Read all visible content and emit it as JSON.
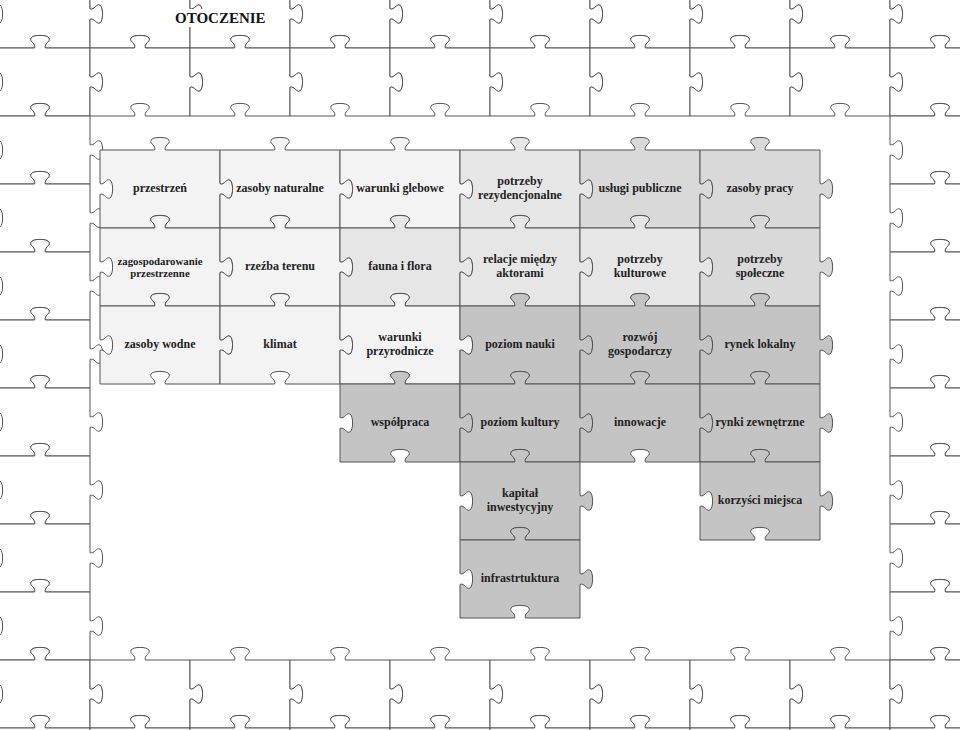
{
  "diagram": {
    "nodes": [
      {
        "text": [
          "przestrzeń"
        ]
      },
      {
        "text": [
          "zasoby naturalne"
        ]
      },
      {
        "text": [
          "warunki glebowe"
        ]
      },
      {
        "text": [
          "potrzeby rezydencjonalne"
        ]
      },
      {
        "text": [
          "usługi publiczne"
        ]
      },
      {
        "text": [
          "zasoby pracy"
        ]
      },
      {
        "text": [
          "zagospodarowanie przestrzenne"
        ]
      },
      {
        "text": [
          "rzeźba terenu"
        ]
      },
      {
        "text": [
          "fauna i flora"
        ]
      },
      {
        "text": [
          "relacje między aktorami"
        ]
      },
      {
        "text": [
          "potrzeby kulturowe"
        ]
      },
      {
        "text": [
          "potrzeby społeczne"
        ]
      },
      {
        "text": [
          "zasoby wodne"
        ]
      },
      {
        "text": [
          "klimat"
        ]
      },
      {
        "text": [
          "warunki przyrodnicze"
        ]
      },
      {
        "text": [
          "poziom nauki"
        ]
      },
      {
        "text": [
          "rozwój gospodarczy"
        ]
      },
      {
        "text": [
          "rynek lokalny"
        ]
      },
      {
        "text": [
          "współpraca"
        ]
      },
      {
        "text": [
          "poziom kultury"
        ]
      },
      {
        "text": [
          "innowacje"
        ]
      },
      {
        "text": [
          "rynki zewnętrzne"
        ]
      },
      {
        "text": [
          "kapitał inwestycyjny"
        ]
      },
      {
        "text": [
          "korzyści miejsca"
        ]
      },
      {
        "text": [
          "infrastrtuktura"
        ]
      }
    ],
    "labels": [
      "OTOCZENIE"
    ]
  }
}
